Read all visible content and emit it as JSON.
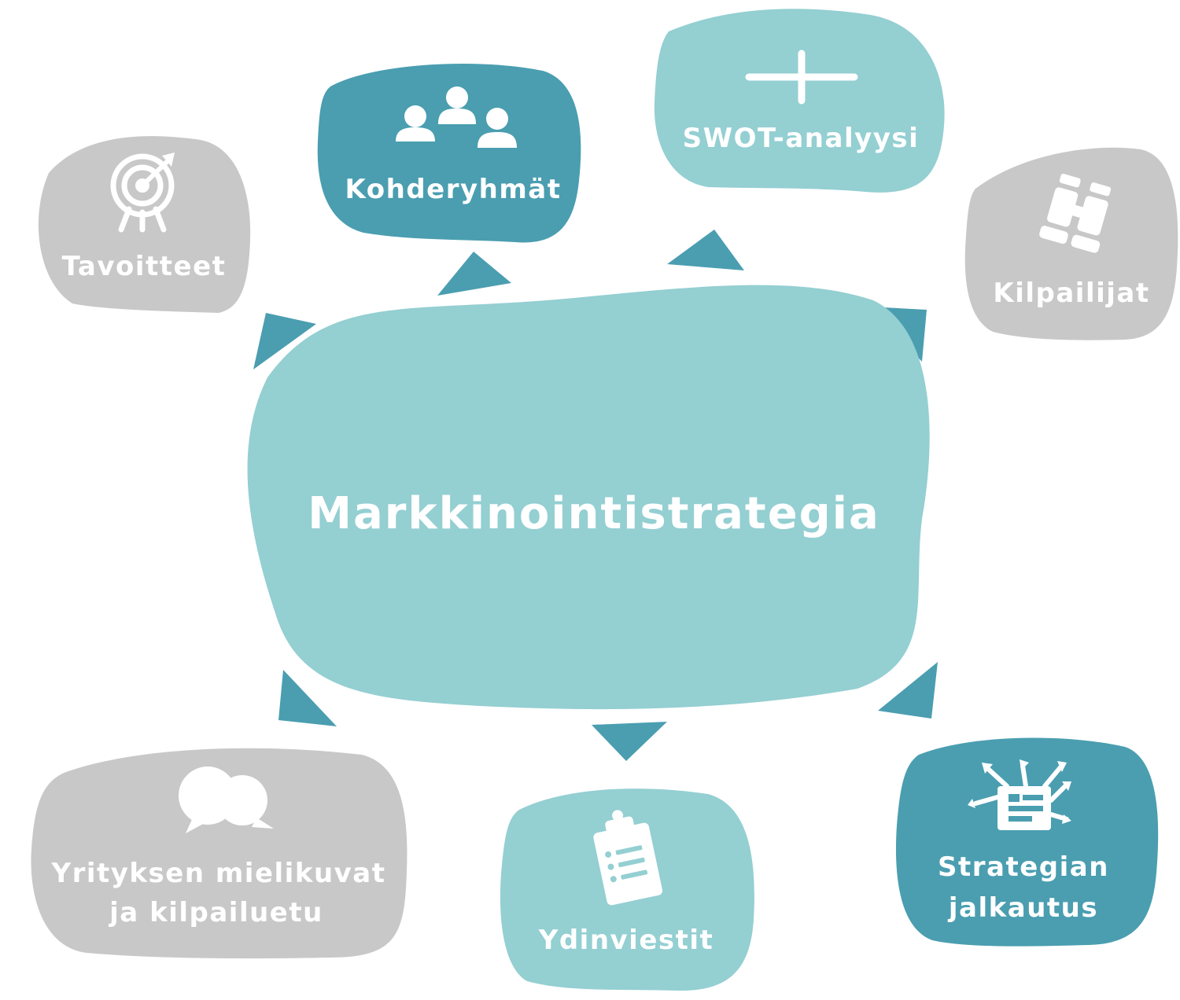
{
  "colors": {
    "dark_teal": "#4a9eb0",
    "light_teal": "#94cfd2",
    "grey": "#c8c8c8",
    "text": "#ffffff"
  },
  "center": {
    "label": "Markkinointistrategia"
  },
  "nodes": {
    "tavoitteet": {
      "label": "Tavoitteet",
      "icon": "target-icon"
    },
    "kohderyhmat": {
      "label": "Kohderyhmät",
      "icon": "group-icon"
    },
    "swot": {
      "label": "SWOT-analyysi",
      "icon": "quadrant-cross-icon"
    },
    "kilpailijat": {
      "label": "Kilpailijat",
      "icon": "binoculars-icon"
    },
    "yrityksen": {
      "label_line1": "Yrityksen mielikuvat",
      "label_line2": "ja kilpailuetu",
      "icon": "speech-bubbles-icon"
    },
    "ydinviestit": {
      "label": "Ydinviestit",
      "icon": "clipboard-icon"
    },
    "strategian": {
      "label_line1": "Strategian",
      "label_line2": "jalkautus",
      "icon": "distribution-arrows-icon"
    }
  }
}
